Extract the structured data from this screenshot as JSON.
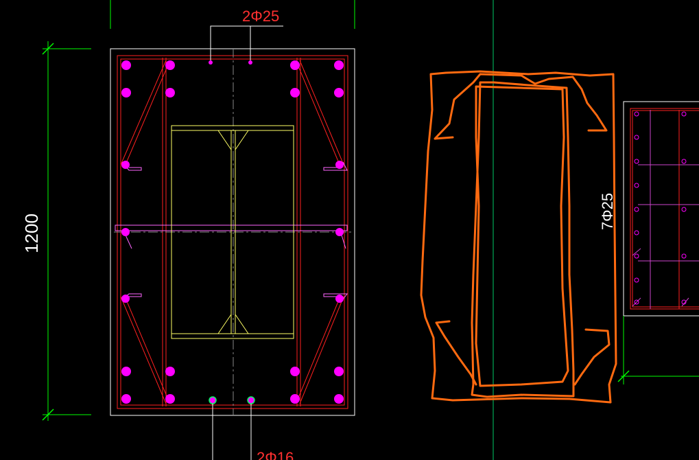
{
  "dimension": {
    "height_label": "1200"
  },
  "rebar_labels": {
    "top": "2Φ25",
    "bottom": "2Φ16",
    "right_vertical": "7Φ25"
  },
  "colors": {
    "background": "#000000",
    "outline": "#ffffff",
    "stirrup": "#ff2020",
    "rebar_dot": "#ff00ff",
    "steel_section": "#ffff66",
    "dimension_line": "#00ff00",
    "markup": "#ff6a10",
    "tie": "#ff66ff",
    "text": "#ff3030"
  },
  "icons": [
    "rebar-dot",
    "steel-i-section",
    "stirrup-hook"
  ]
}
